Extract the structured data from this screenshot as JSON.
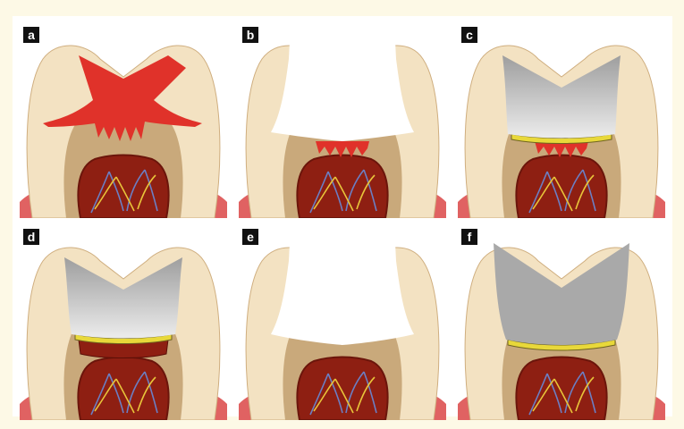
{
  "panels": [
    {
      "label": "a",
      "stage": "deep-caries"
    },
    {
      "label": "b",
      "stage": "cavity-preparation-residual-caries"
    },
    {
      "label": "c",
      "stage": "restoration-with-liner"
    },
    {
      "label": "d",
      "stage": "restoration-over-sealed-caries"
    },
    {
      "label": "e",
      "stage": "re-entry-caries-removed"
    },
    {
      "label": "f",
      "stage": "final-restoration"
    }
  ],
  "colors": {
    "background": "#fdf9e6",
    "enamel": "#f3e2c2",
    "dentin": "#c9a97b",
    "pulp": "#8e1f12",
    "caries": "#e0322a",
    "restoration": "#b5b5b5",
    "liner": "#e8d83a",
    "gum": "#e06262"
  },
  "icons": [
    "tooth-cross-section",
    "pulp-vessels",
    "caries-lesion",
    "restoration-filling",
    "liner-layer"
  ]
}
